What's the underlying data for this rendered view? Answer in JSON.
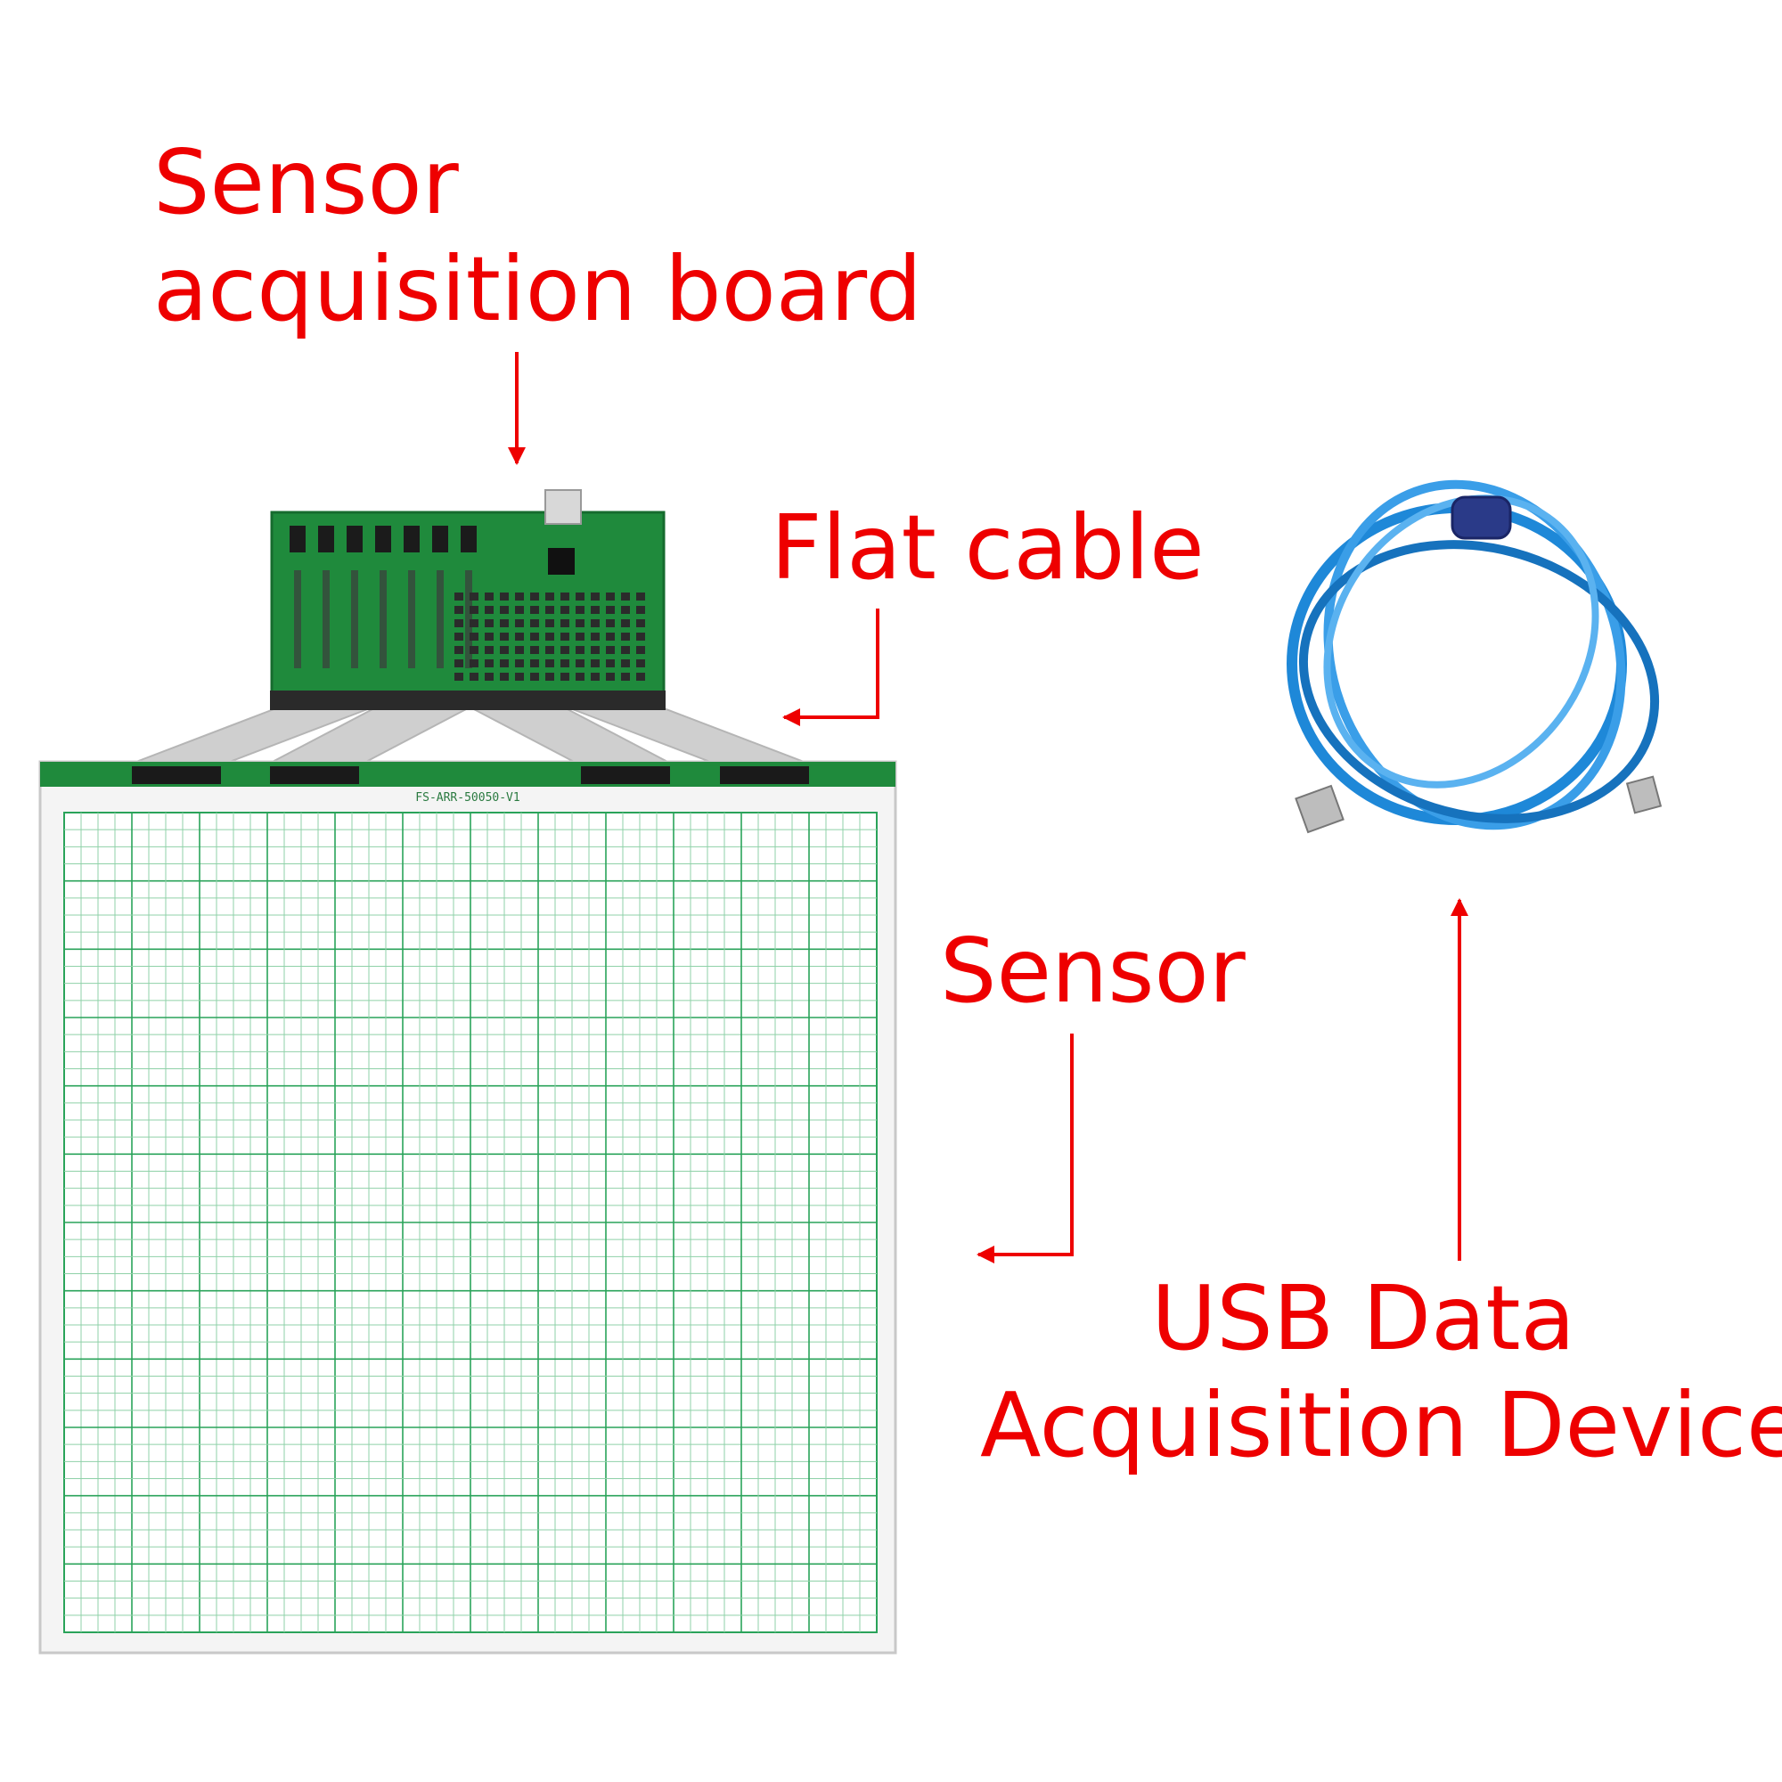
{
  "labels": {
    "sensor_board_line1": "Sensor",
    "sensor_board_line2": "acquisition board",
    "flat_cable": "Flat cable",
    "sensor": "Sensor",
    "usb_line1": "USB Data",
    "usb_line2": "Acquisition Device"
  },
  "sensor_panel": {
    "model_text": "FS-ARR-50050-V1"
  },
  "colors": {
    "label_red": "#ee0000",
    "pcb_green": "#1f8a3c",
    "grid_green": "#2aa35a",
    "cable_blue": "#1e88d8",
    "ribbon_gray": "#cfcfcf"
  }
}
